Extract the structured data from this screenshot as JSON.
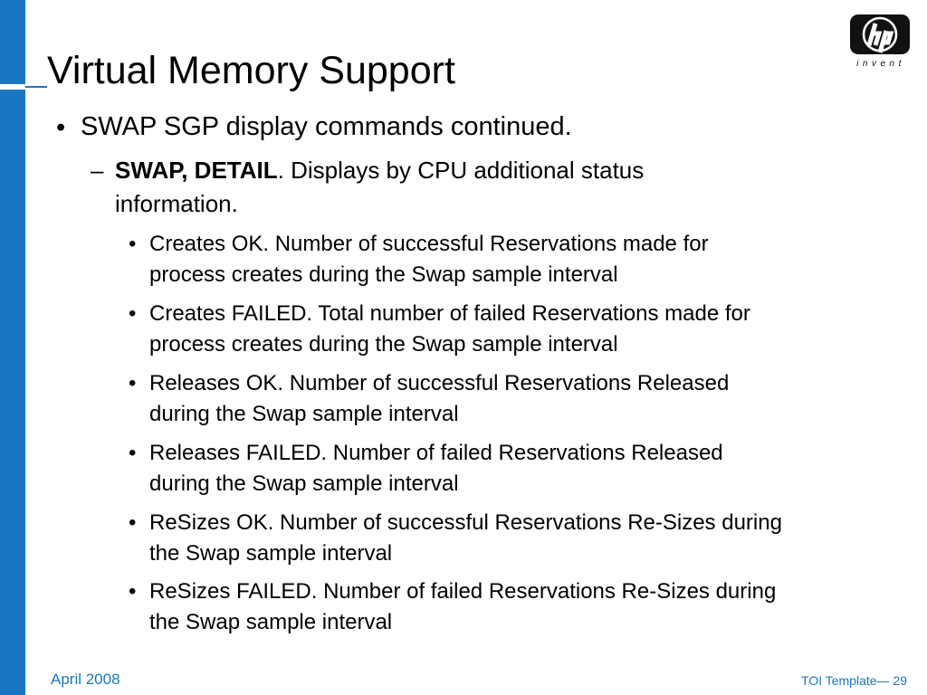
{
  "slide": {
    "title": "Virtual Memory Support"
  },
  "logo": {
    "mark": "hp",
    "tagline": "invent"
  },
  "bullets": {
    "level1": {
      "marker": "•",
      "text": "SWAP SGP display commands continued."
    },
    "level2": {
      "marker": "–",
      "bold_text": "SWAP, DETAIL",
      "text_line1": ".  Displays by CPU additional status",
      "text_line2": "information."
    },
    "level3_marker": "•",
    "level3": [
      {
        "line1": "Creates OK.  Number of successful Reservations made for",
        "line2": "process creates during the Swap sample interval"
      },
      {
        "line1": "Creates FAILED.  Total number of failed Reservations made for",
        "line2": "process creates during the Swap sample interval"
      },
      {
        "line1": "Releases OK.  Number of successful Reservations Released",
        "line2": "during the Swap sample interval"
      },
      {
        "line1": "Releases FAILED. Number of failed Reservations Released",
        "line2": "during the Swap sample interval"
      },
      {
        "line1": "ReSizes OK.  Number of successful Reservations Re-Sizes during",
        "line2": "the Swap sample interval"
      },
      {
        "line1": "ReSizes FAILED. Number of failed Reservations Re-Sizes during",
        "line2": "the Swap sample interval"
      }
    ]
  },
  "footer": {
    "date": "April 2008",
    "template": "TOI Template— 29"
  },
  "colors": {
    "accent_blue": "#1a76c2",
    "logo_black": "#111111",
    "text": "#000000"
  }
}
